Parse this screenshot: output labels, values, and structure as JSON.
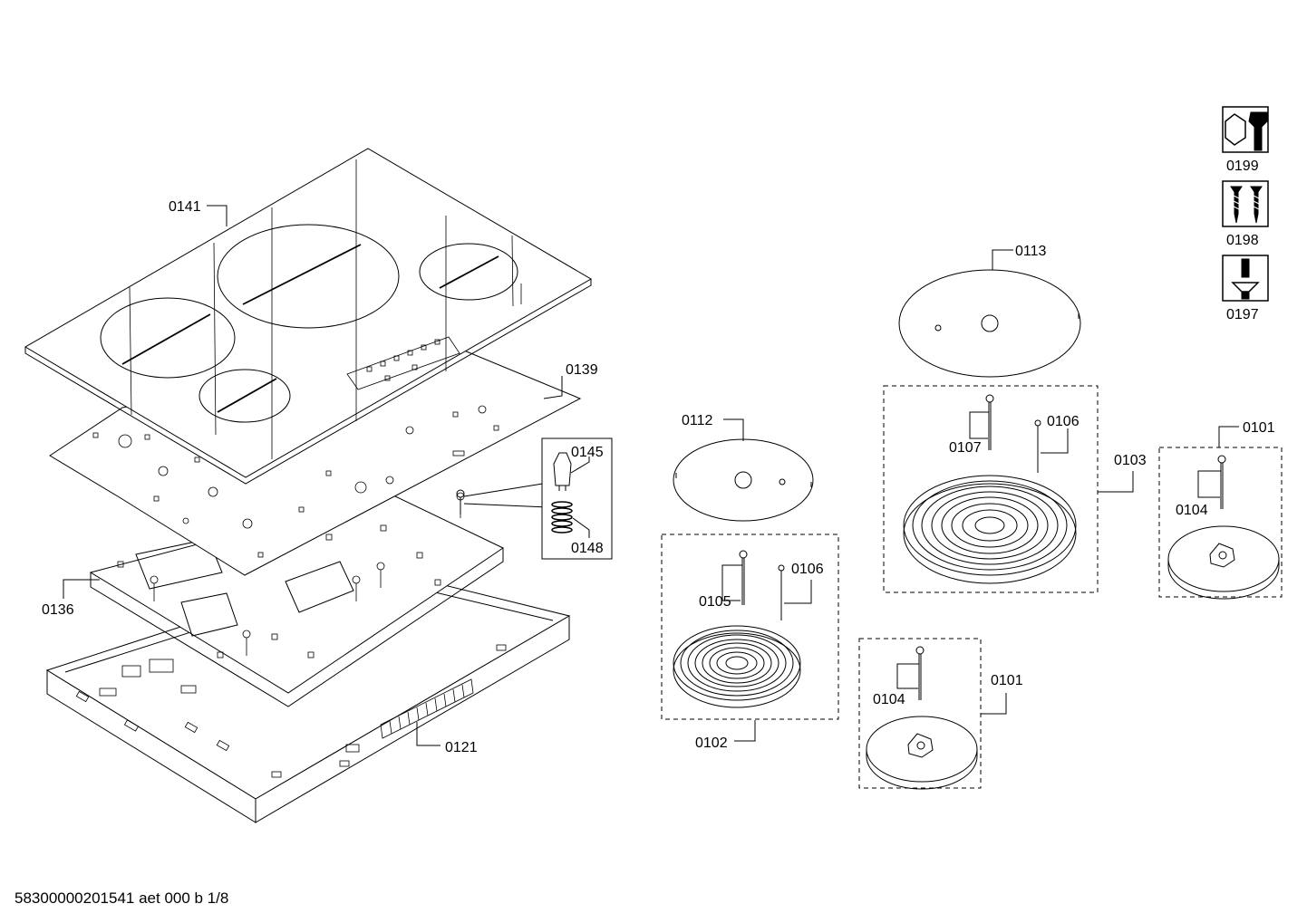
{
  "labels": {
    "p0141": "0141",
    "p0139": "0139",
    "p0145": "0145",
    "p0148": "0148",
    "p0136": "0136",
    "p0121": "0121",
    "p0112": "0112",
    "p0105": "0105",
    "p0106a": "0106",
    "p0102": "0102",
    "p0113": "0113",
    "p0107": "0107",
    "p0106b": "0106",
    "p0103": "0103",
    "p0101a": "0101",
    "p0104a": "0104",
    "p0101b": "0101",
    "p0104b": "0104",
    "p0199": "0199",
    "p0198": "0198",
    "p0197": "0197"
  },
  "footer": "58300000201541 aet 000 b 1/8",
  "icons": [
    "wrench-nut-icon",
    "screws-icon",
    "screwdriver-icon"
  ],
  "colors": {
    "line": "#000000",
    "background": "#ffffff"
  }
}
